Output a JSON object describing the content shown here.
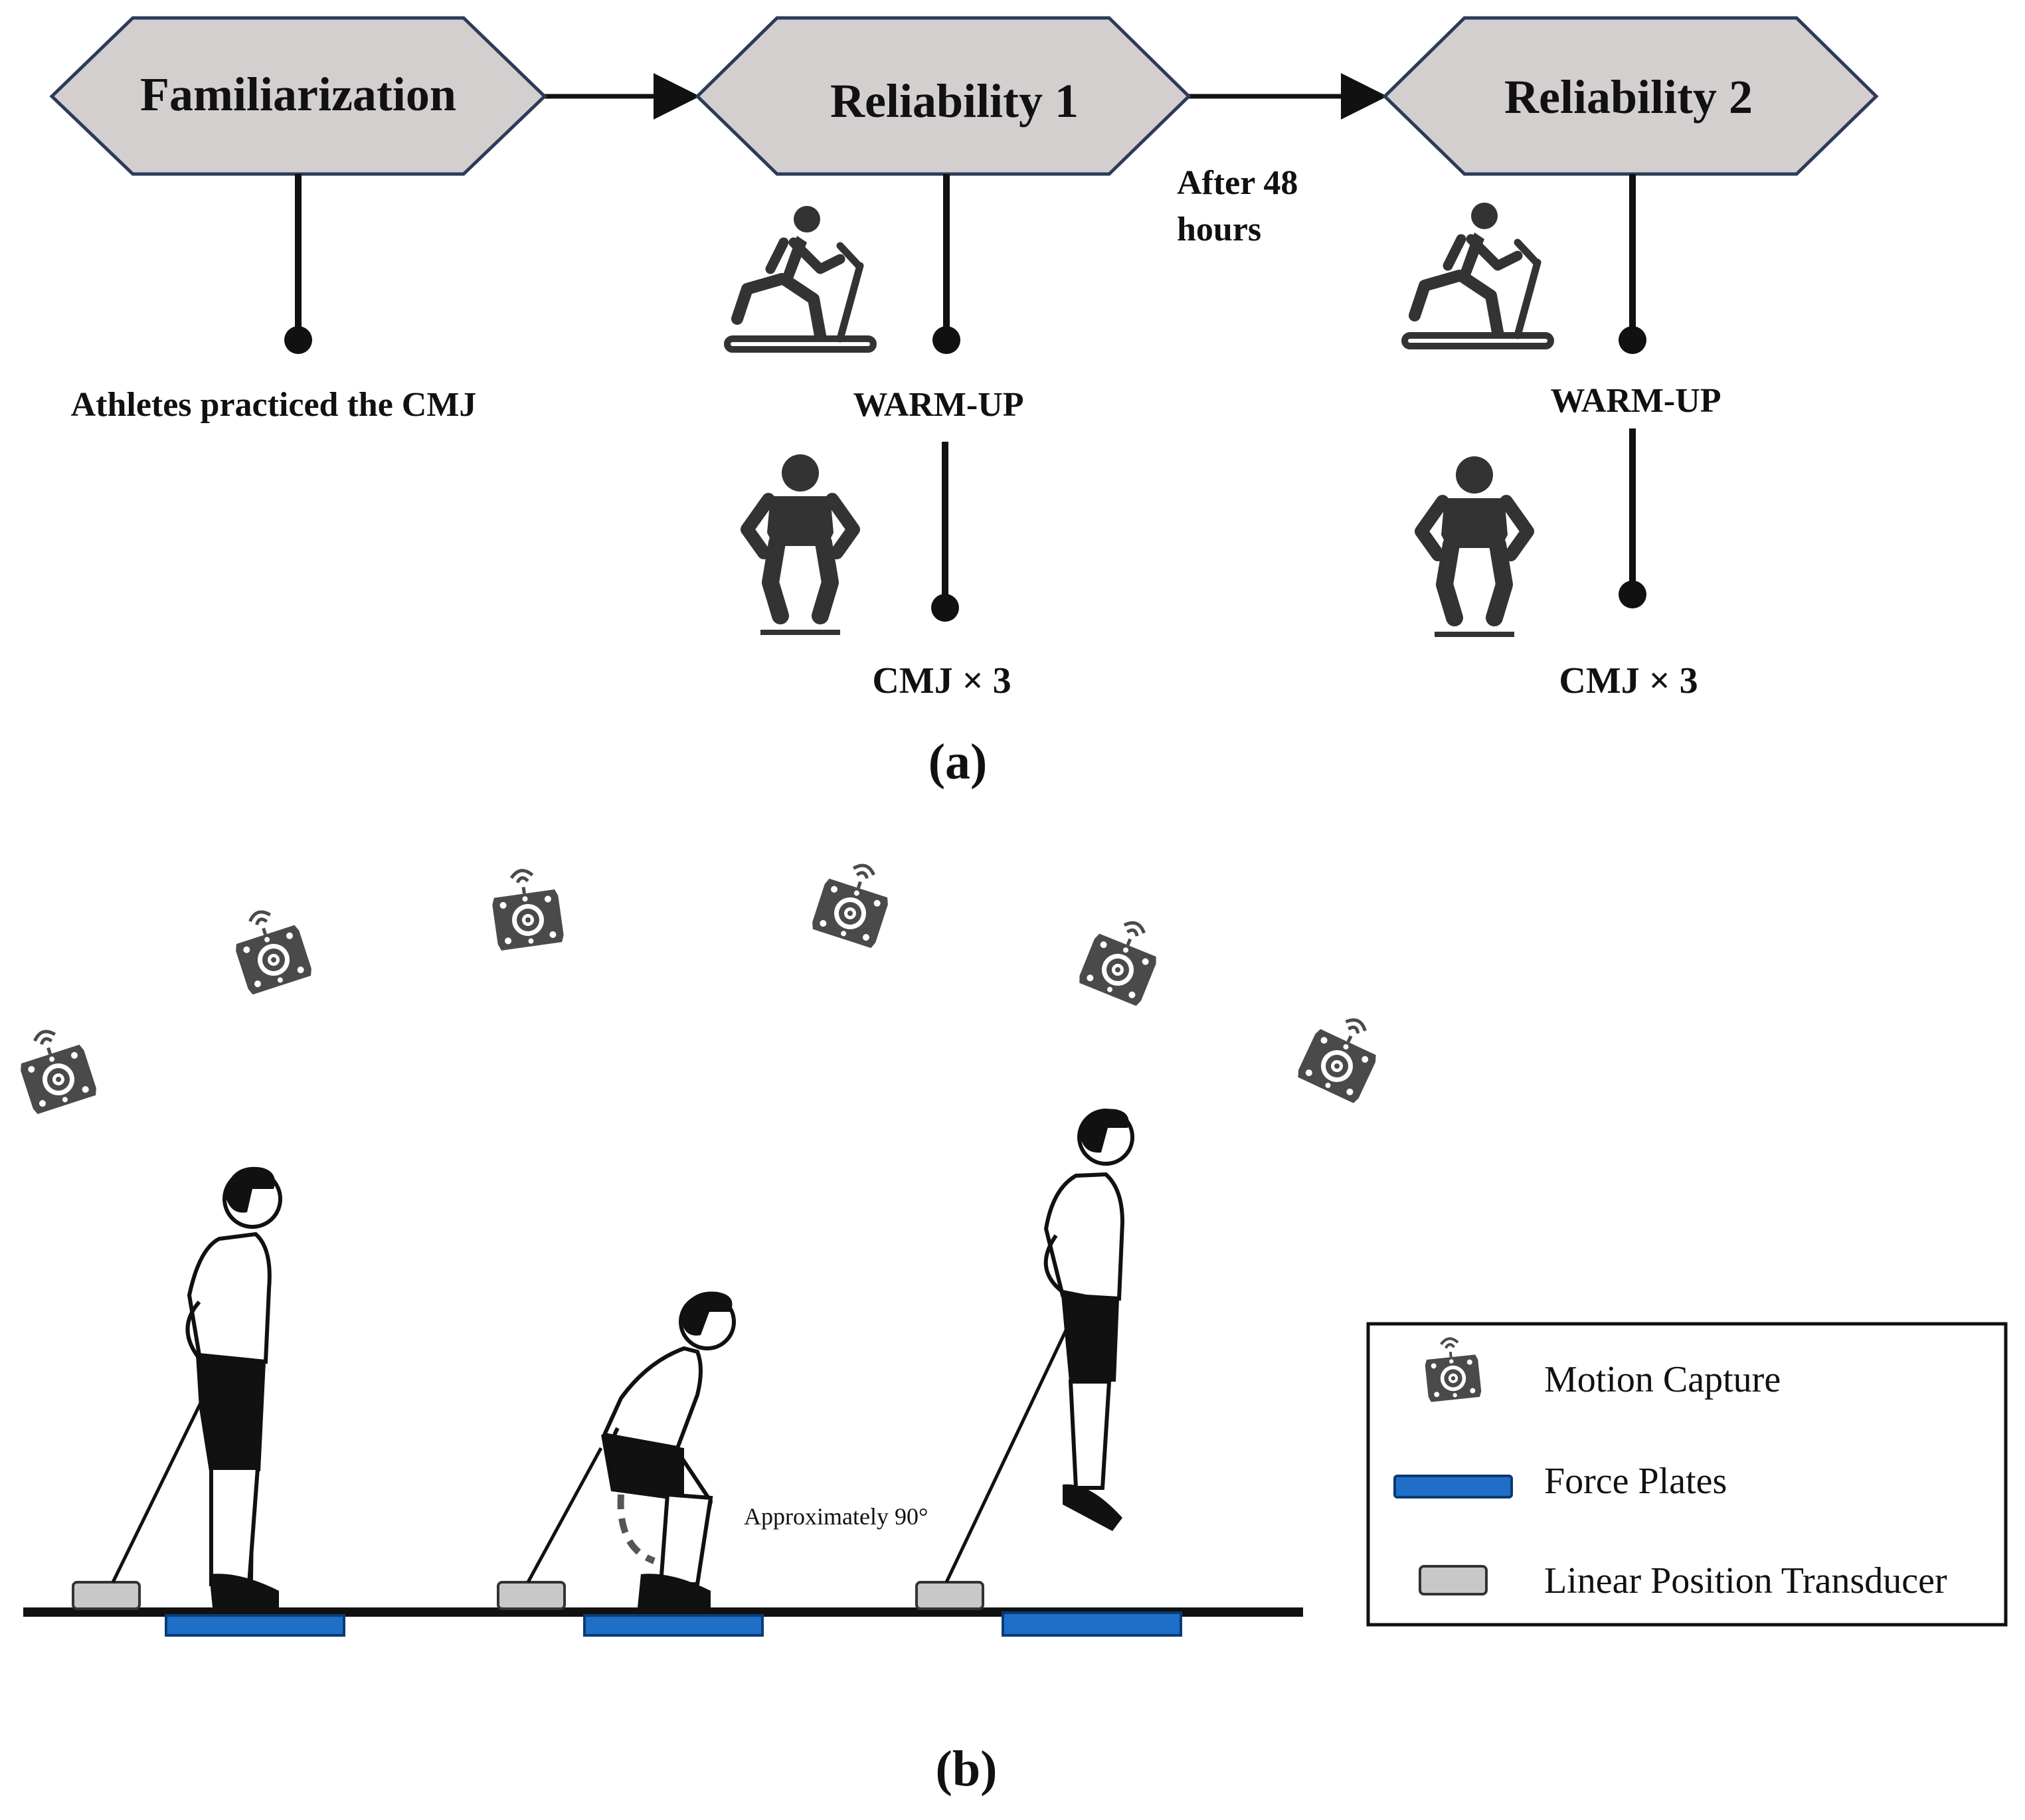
{
  "panel_a": {
    "stages": [
      {
        "label": "Familiarization"
      },
      {
        "label": "Reliability 1"
      },
      {
        "label": "Reliability 2"
      }
    ],
    "familiarization_note": "Athletes practiced the CMJ",
    "interval_note_line1": "After 48",
    "interval_note_line2": "hours",
    "warmup_label": "WARM-UP",
    "cmj_label": "CMJ × 3",
    "caption": "(a)"
  },
  "panel_b": {
    "angle_note": "Approximately 90°",
    "caption": "(b)",
    "legend": {
      "motion_capture": "Motion  Capture",
      "force_plates": "Force Plates",
      "transducer": "Linear Position Transducer"
    }
  },
  "colors": {
    "hexagon_fill": "#d3cfcf",
    "hexagon_stroke": "#2d3a5a",
    "force_plate": "#1f6fc9",
    "transducer": "#c8c8c8",
    "icon": "#333333",
    "camera": "#4a4a4a"
  }
}
